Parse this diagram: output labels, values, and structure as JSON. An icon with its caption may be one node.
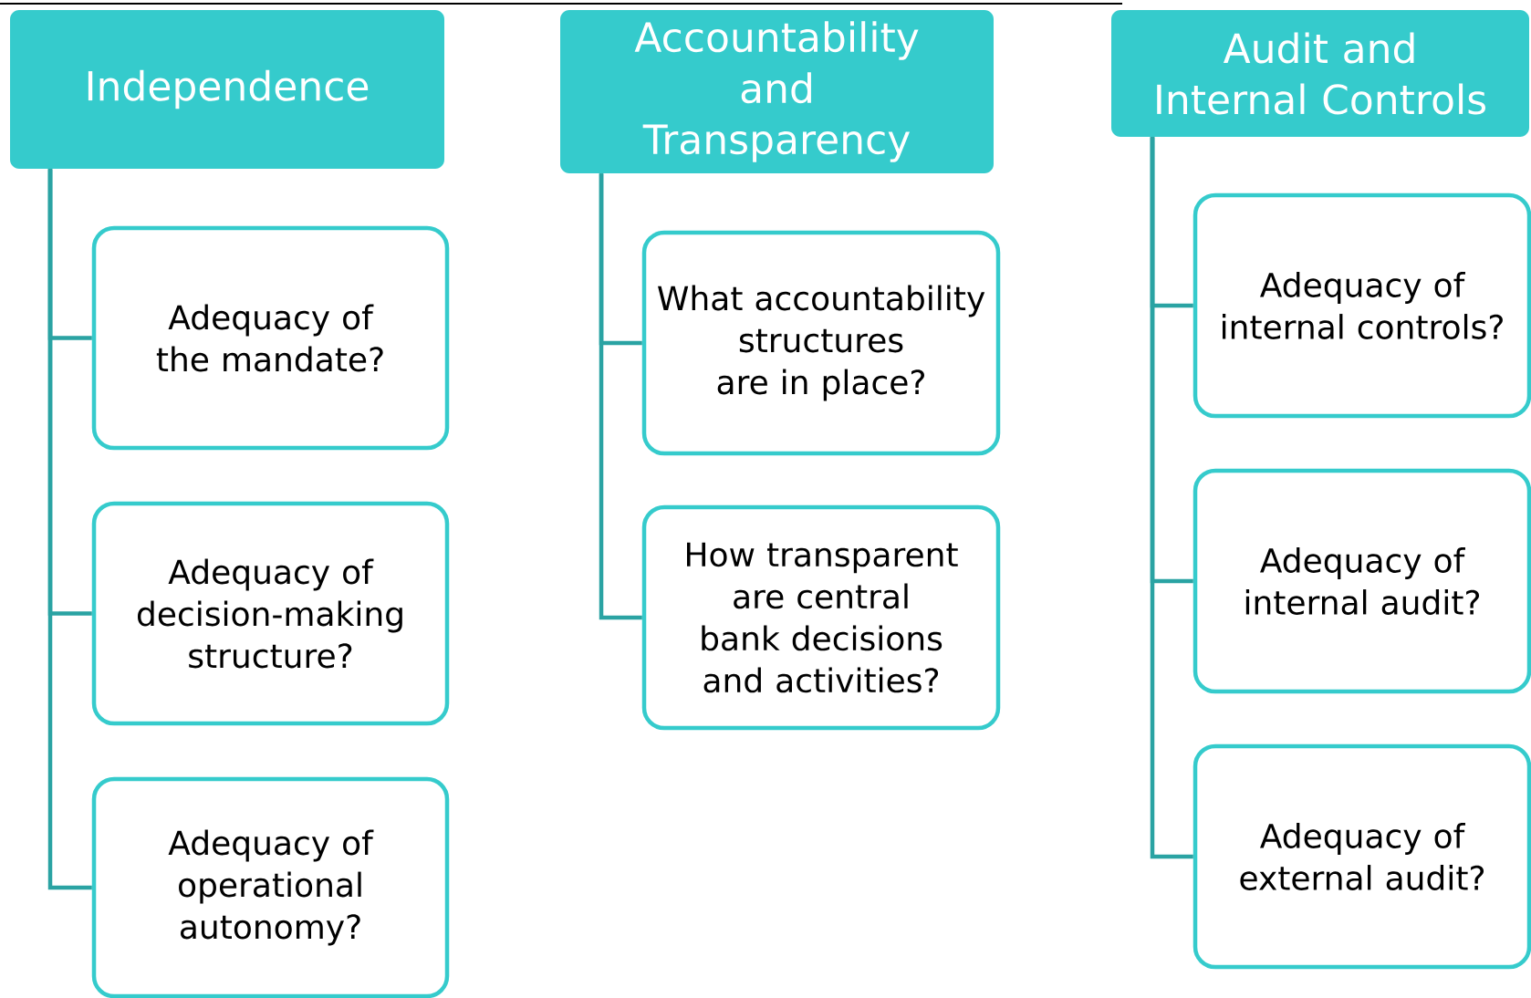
{
  "diagram": {
    "nodes": [
      {
        "text": [
          "Independence"
        ]
      },
      {
        "text": [
          "Adequacy of the mandate?"
        ]
      },
      {
        "text": [
          "Adequacy of decision-making structure?"
        ]
      },
      {
        "text": [
          "Adequacy of operational autonomy?"
        ]
      },
      {
        "text": [
          "Accountability and Transparency"
        ]
      },
      {
        "text": [
          "What accountability structures are in place?"
        ]
      },
      {
        "text": [
          "How transparent are central bank decisions and activities?"
        ]
      },
      {
        "text": [
          "Audit and Internal Controls"
        ]
      },
      {
        "text": [
          "Adequacy of internal controls?"
        ]
      },
      {
        "text": [
          "Adequacy of internal audit?"
        ]
      },
      {
        "text": [
          "Adequacy of external audit?"
        ]
      }
    ],
    "edges": [
      {
        "from": 0,
        "to": 1,
        "arrow": "none"
      },
      {
        "from": 0,
        "to": 2,
        "arrow": "none"
      },
      {
        "from": 0,
        "to": 3,
        "arrow": "none"
      },
      {
        "from": 4,
        "to": 5,
        "arrow": "none"
      },
      {
        "from": 4,
        "to": 6,
        "arrow": "none"
      },
      {
        "from": 7,
        "to": 8,
        "arrow": "none"
      },
      {
        "from": 7,
        "to": 9,
        "arrow": "none"
      },
      {
        "from": 7,
        "to": 10,
        "arrow": "none"
      }
    ]
  }
}
